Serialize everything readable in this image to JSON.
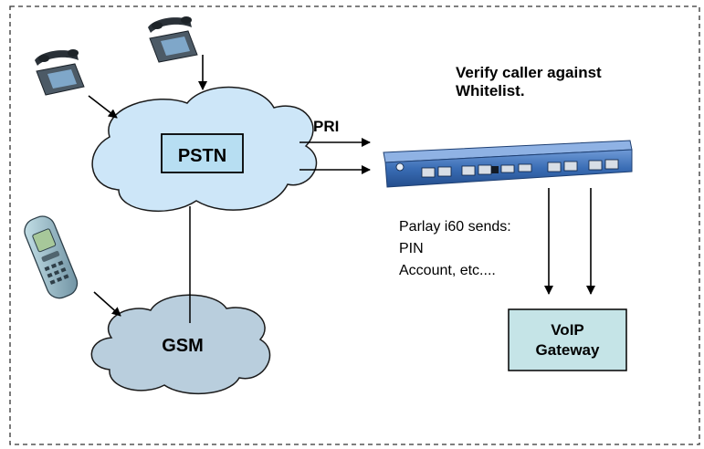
{
  "verify_text": {
    "line1": "Verify caller against",
    "line2": "Whitelist."
  },
  "pstn_label": "PSTN",
  "gsm_label": "GSM",
  "pri_label": "PRI",
  "parlay_text": {
    "line1": "Parlay i60 sends:",
    "line2": "PIN",
    "line3": "Account, etc...."
  },
  "voip_box": {
    "line1": "VoIP",
    "line2": "Gateway"
  },
  "colors": {
    "pstn_cloud": "#cde6f8",
    "gsm_cloud": "#b9cedd",
    "pstn_box": "#b7def2",
    "voip_box": "#c5e4e7",
    "device_body": "#3a6db5"
  }
}
